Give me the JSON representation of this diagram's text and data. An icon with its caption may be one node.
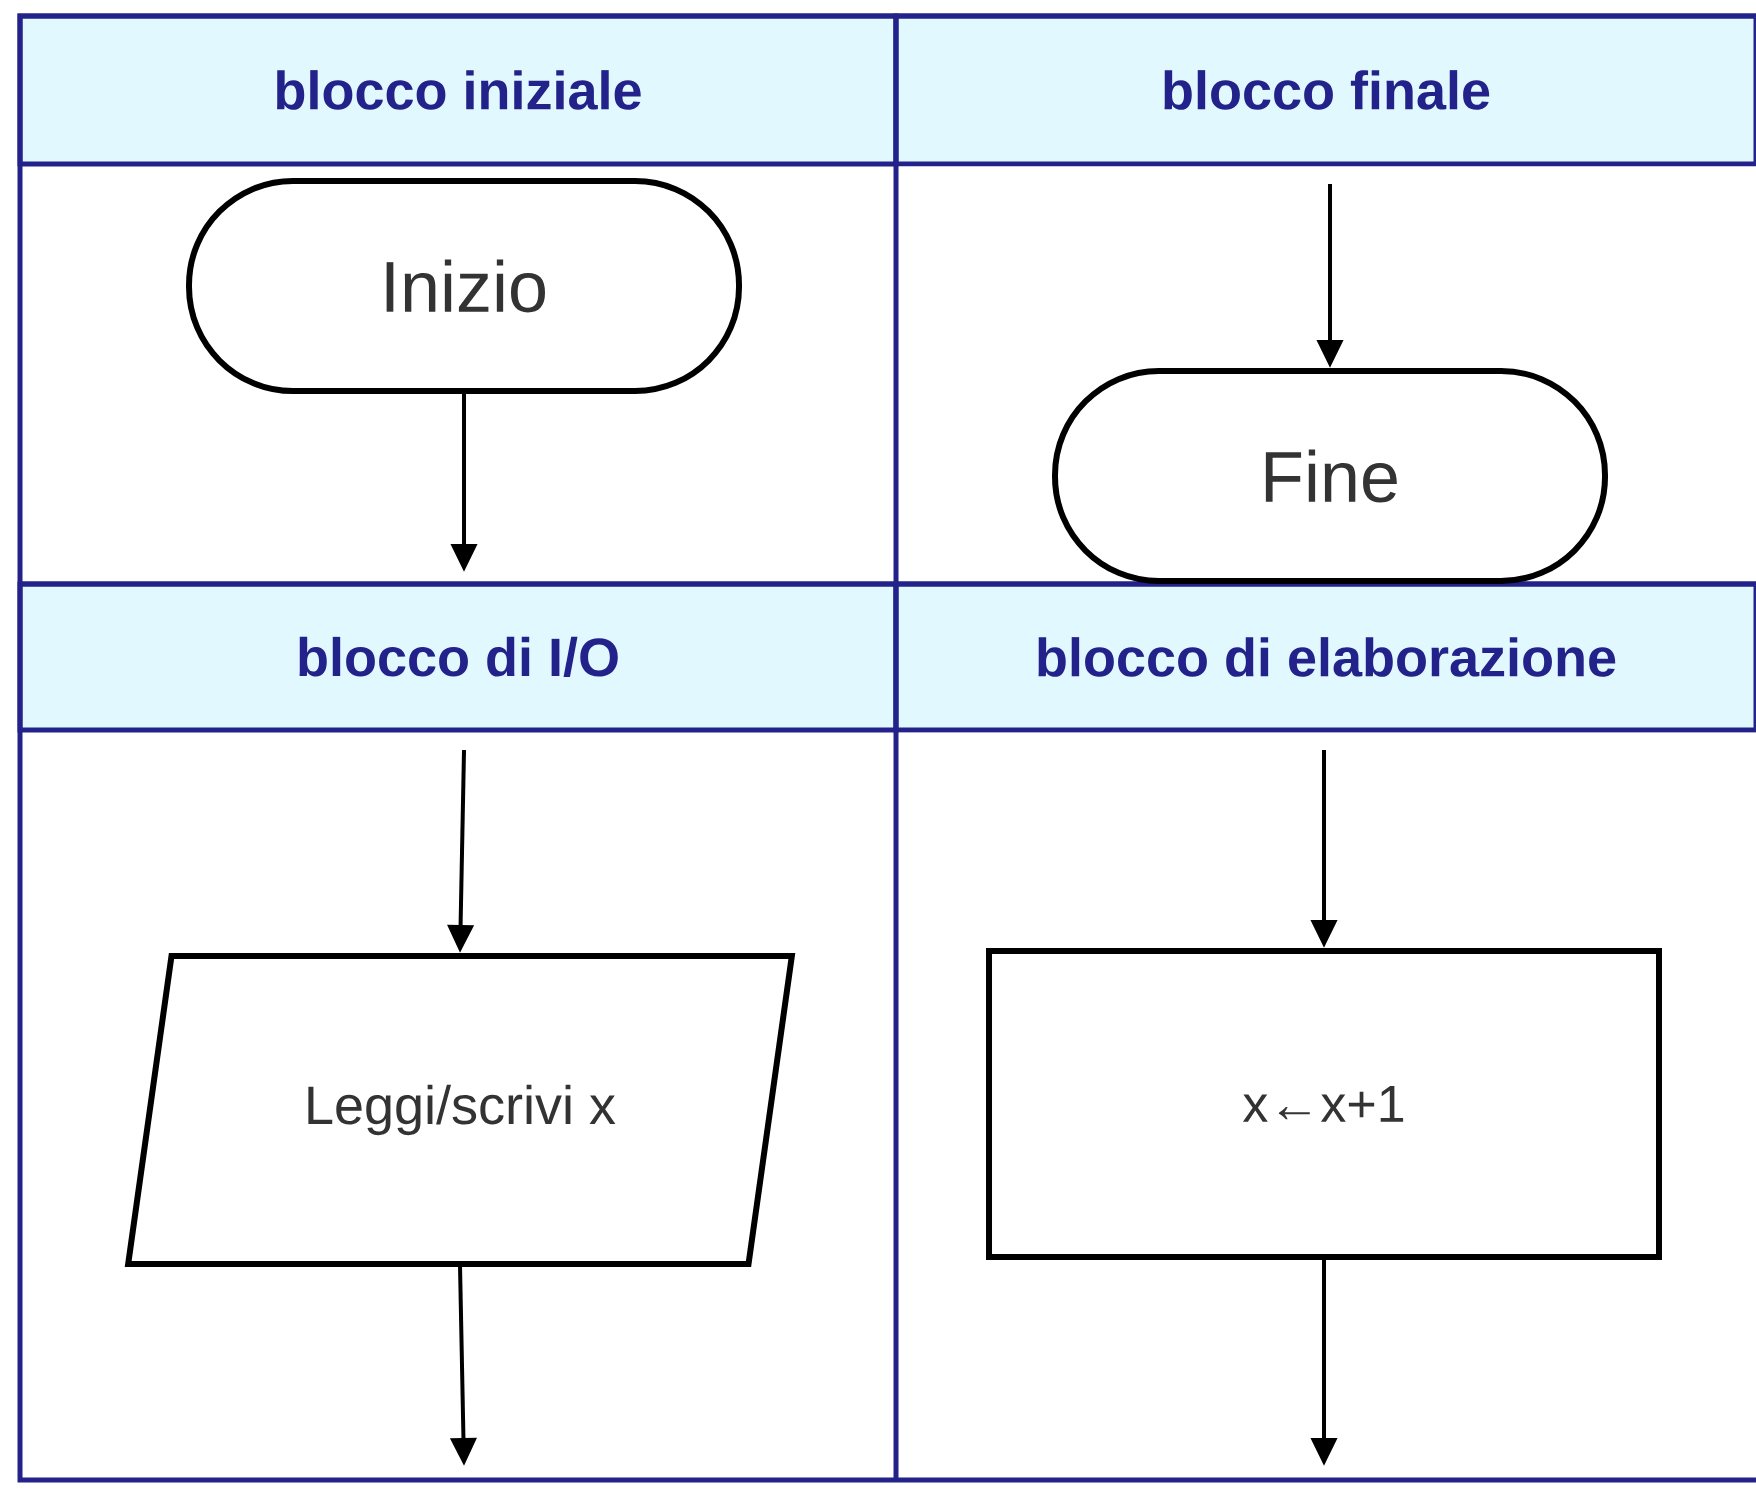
{
  "diagram": {
    "nodes": [
      {
        "text": [
          "Inizio"
        ]
      },
      {
        "text": [
          "Fine"
        ]
      },
      {
        "text": [
          "Leggi/scrivi x"
        ]
      },
      {
        "text": [
          "x←x+1"
        ]
      }
    ],
    "edges": [
      {
        "from": 0,
        "to": null,
        "arrow": "to"
      },
      {
        "from": null,
        "to": 1,
        "arrow": "to"
      },
      {
        "from": null,
        "to": 2,
        "arrow": "to"
      },
      {
        "from": 2,
        "to": null,
        "arrow": "to"
      },
      {
        "from": null,
        "to": 3,
        "arrow": "to"
      },
      {
        "from": 3,
        "to": null,
        "arrow": "to"
      }
    ],
    "labels": [
      "blocco iniziale",
      "blocco finale",
      "blocco di I/O",
      "blocco di elaborazione"
    ]
  }
}
